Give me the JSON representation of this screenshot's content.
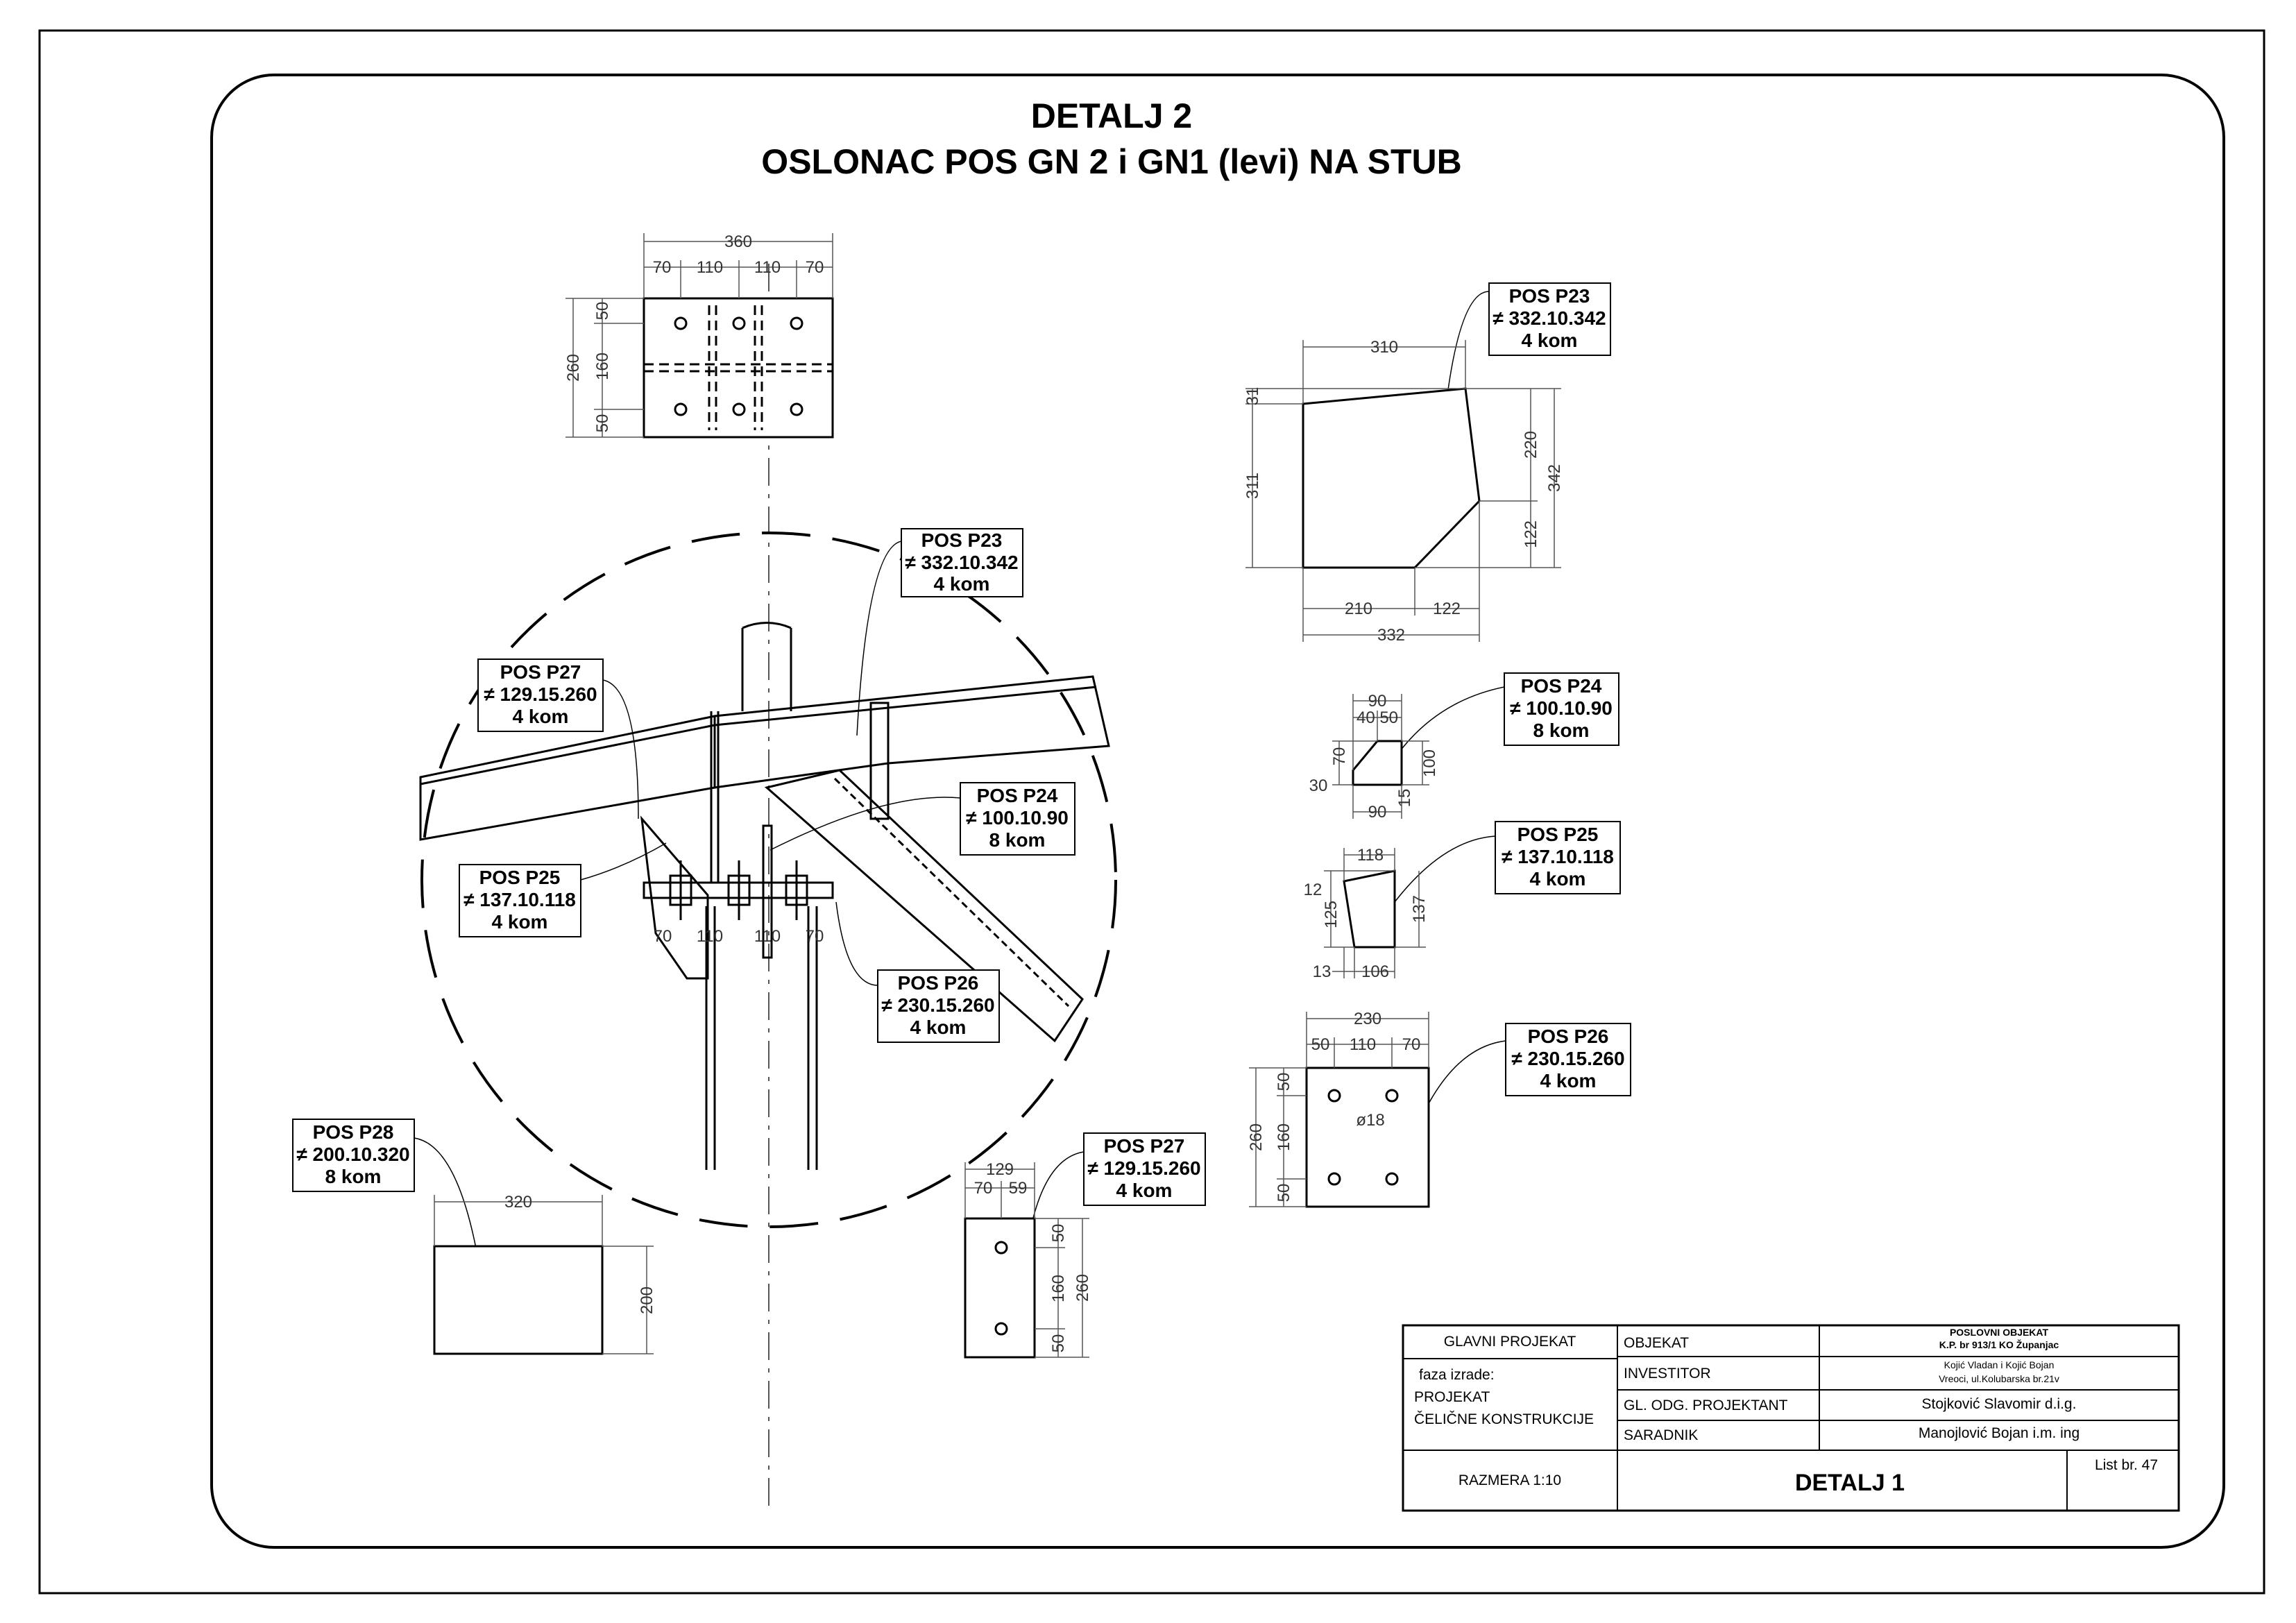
{
  "title": {
    "line1": "DETALJ  2",
    "line2": "OSLONAC POS GN 2  i GN1 (levi) NA STUB"
  },
  "top_plate_dims": {
    "overall": "360",
    "segments": [
      "70",
      "110",
      "110",
      "70"
    ],
    "height": "260",
    "vertical": [
      "50",
      "160",
      "50"
    ]
  },
  "labels": {
    "p23_detail": {
      "name": "POS P23",
      "spec": "≠ 332.10.342",
      "qty": "4 kom"
    },
    "p27_detail": {
      "name": "POS P27",
      "spec": "≠ 129.15.260",
      "qty": "4 kom"
    },
    "p24_detail": {
      "name": "POS P24",
      "spec": "≠ 100.10.90",
      "qty": "8 kom"
    },
    "p25_detail": {
      "name": "POS P25",
      "spec": "≠ 137.10.118",
      "qty": "4 kom"
    },
    "p26_detail": {
      "name": "POS P26",
      "spec": "≠ 230.15.260",
      "qty": "4 kom"
    },
    "p28": {
      "name": "POS P28",
      "spec": "≠ 200.10.320",
      "qty": "8 kom"
    },
    "p27_part": {
      "name": "POS P27",
      "spec": "≠ 129.15.260",
      "qty": "4 kom"
    },
    "p23_part": {
      "name": "POS P23",
      "spec": "≠ 332.10.342",
      "qty": "4 kom"
    },
    "p24_part": {
      "name": "POS P24",
      "spec": "≠ 100.10.90",
      "qty": "8 kom"
    },
    "p25_part": {
      "name": "POS P25",
      "spec": "≠ 137.10.118",
      "qty": "4 kom"
    },
    "p26_part": {
      "name": "POS P26",
      "spec": "≠ 230.15.260",
      "qty": "4 kom"
    }
  },
  "detail_dims": {
    "bolt_spacing": [
      "70",
      "110",
      "110",
      "70"
    ]
  },
  "p23_dims": {
    "top": "310",
    "left_top": "31",
    "left": "311",
    "right_top": "220",
    "right_bottom": "122",
    "right_total": "342",
    "bottom_a": "210",
    "bottom_b": "122",
    "bottom_total": "332"
  },
  "p24_dims": {
    "top": "90",
    "top_split": "40 50",
    "left": "70",
    "left_offset": "30",
    "right": "100",
    "bottom": "90",
    "small": "15"
  },
  "p25_dims": {
    "top": "118",
    "left_a": "12",
    "left_b": "125",
    "right": "137",
    "bottom_a": "13",
    "bottom_b": "106"
  },
  "p26_dims": {
    "top": "230",
    "top_segments": [
      "50",
      "110",
      "70"
    ],
    "left_total": "260",
    "left_segments": [
      "50",
      "160",
      "50"
    ],
    "hole": "ø18"
  },
  "p27_dims": {
    "top": "129",
    "top_segments": [
      "70",
      "59"
    ],
    "right_segments": [
      "50",
      "160",
      "50"
    ],
    "right_total": "260"
  },
  "p28_dims": {
    "width": "320",
    "height": "200"
  },
  "title_block": {
    "main_project": "GLAVNI PROJEKAT",
    "phase_label": "faza izrade:",
    "phase_1": "PROJEKAT",
    "phase_2": "ČELIČNE KONSTRUKCIJE",
    "scale": "RAZMERA 1:10",
    "object_label": "OBJEKAT",
    "object_value_1": "POSLOVNI OBJEKAT",
    "object_value_2": "K.P. br 913/1  KO  Županjac",
    "investor_label": "INVESTITOR",
    "investor_value_1": "Kojić Vladan i Kojić Bojan",
    "investor_value_2": "Vreoci, ul.Kolubarska br.21v",
    "designer_label": "GL. ODG. PROJEKTANT",
    "designer_value": "Stojković Slavomir d.i.g.",
    "associate_label": "SARADNIK",
    "associate_value": "Manojlović Bojan i.m. ing",
    "drawing_title": "DETALJ 1",
    "sheet_no": "List br. 47"
  }
}
